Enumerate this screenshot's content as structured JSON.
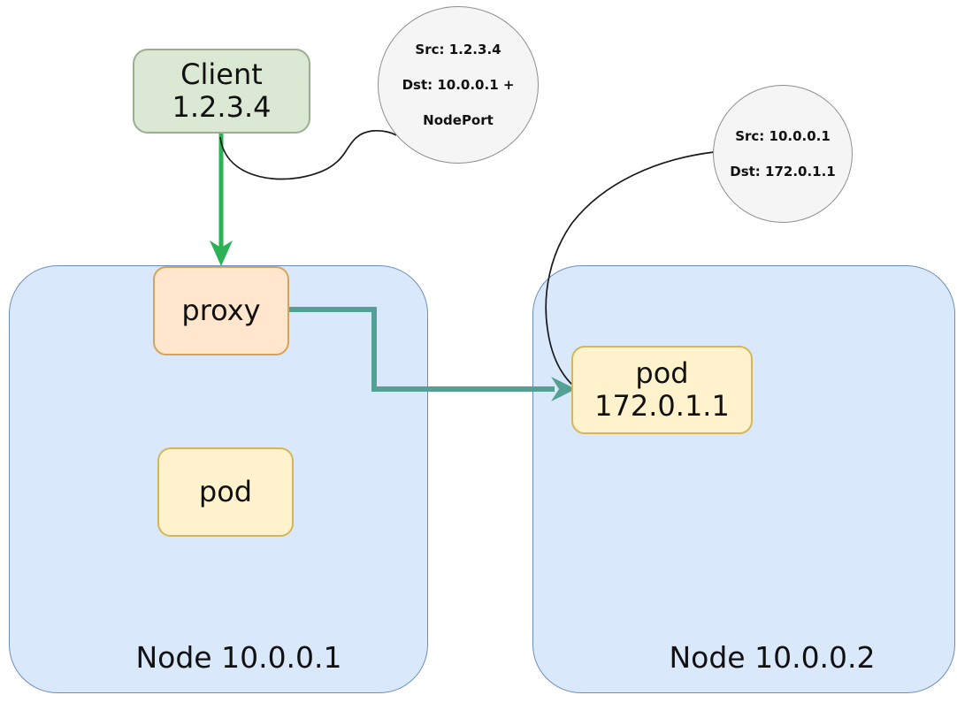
{
  "client": {
    "lines": [
      "Client",
      "1.2.3.4"
    ]
  },
  "nodes": {
    "node1": {
      "label": "Node 10.0.0.1",
      "proxy_label": "proxy",
      "pod_label": "pod"
    },
    "node2": {
      "label": "Node 10.0.0.2",
      "pod_lines": [
        "pod",
        "172.0.1.1"
      ]
    }
  },
  "annotations": {
    "packet1": {
      "lines": [
        "Src: 1.2.3.4",
        "Dst: 10.0.0.1 +",
        "NodePort"
      ]
    },
    "packet2": {
      "lines": [
        "Src: 10.0.0.1",
        "Dst: 172.0.1.1"
      ]
    }
  },
  "colors": {
    "node_fill": "#dae8fc",
    "node_border": "#6c8ebf",
    "client_fill": "#dbe8d3",
    "client_border": "#9aae90",
    "proxy_fill": "#ffe6cc",
    "proxy_border": "#d8a358",
    "pod_fill": "#fff2cc",
    "pod_border": "#d6b656",
    "annotation_fill": "#f5f5f5",
    "annotation_border": "#8f8f8f",
    "green_arrow": "#2cb157",
    "teal_arrow": "#55a094",
    "connector_line": "#1a1a1a",
    "text": "#111111"
  }
}
